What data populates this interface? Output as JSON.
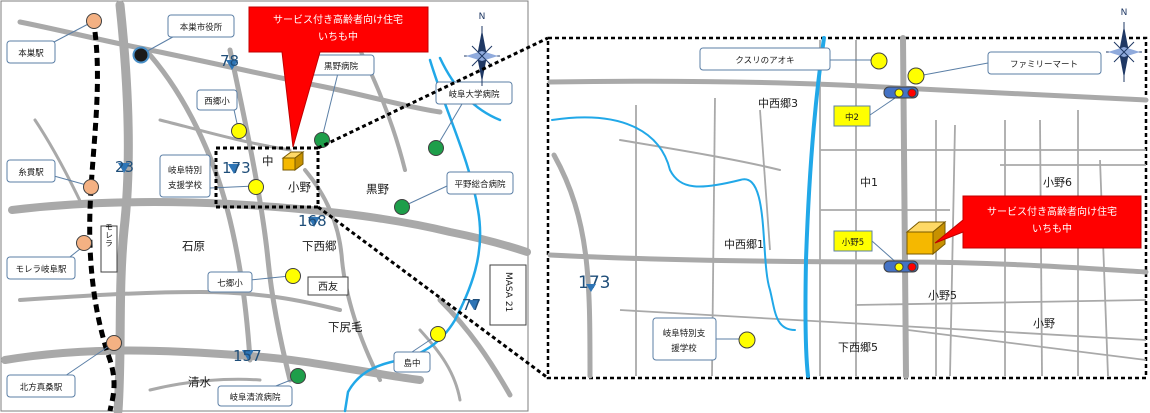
{
  "colors": {
    "road": "#a9a9a9",
    "river": "#21a8e8",
    "rail_track": "#000000",
    "callout_red": "#ff0000",
    "station_marker": "#f4b183",
    "school_marker": "#ffff00",
    "hospital_marker": "#1e9e4a",
    "route_marker": "#2e75b6",
    "facility_box": "#f5b800",
    "shop_box": "#ffff00"
  },
  "overview_map": {
    "headline": [
      "サービス付き高齢者向け住宅",
      "いちも中"
    ],
    "north_label": "N",
    "callouts": {
      "motosu_eki": "本巣駅",
      "motosu_shiyakusho": "本巣市役所",
      "kurono_byoin": "黒野病院",
      "nishigo_sho": "西郷小",
      "gifu_daigaku_byoin": "岐阜大学病院",
      "itonuki_eki": "糸貫駅",
      "gifu_tokubetsu_shien": [
        "岐阜特別",
        "支援学校"
      ],
      "hirano_sogo_byoin": "平野総合病院",
      "morera_gifu_eki": "モレラ岐阜駅",
      "shichigo_sho": "七郷小",
      "shimanaka": "島中",
      "kitakata_manshin_eki": "北方真桑駅",
      "gifu_seiryu_byoin": "岐阜清流病院"
    },
    "boxes": {
      "morera": "モレラ",
      "nishitomo": "西友",
      "masa21": "MASA 21"
    },
    "area_labels": {
      "naka": "中",
      "ono": "小野",
      "kurono": "黒野",
      "ishihara": "石原",
      "shimonishigo": "下西郷",
      "shimoshirige": "下尻毛",
      "shimizu": "清水"
    },
    "route_numbers": {
      "r78": "78",
      "r23": "23",
      "r173": "173",
      "r168": "168",
      "r77": "77",
      "r157": "157"
    }
  },
  "detail_map": {
    "north_label": "N",
    "headline": [
      "サービス付き高齢者向け住宅",
      "いちも中"
    ],
    "callouts": {
      "kusuri_no_aoki": "クスリのアオキ",
      "family_mart": "ファミリーマート",
      "gifu_tokubetsu_shien": [
        "岐阜特別支",
        "援学校"
      ]
    },
    "yellow_tags": {
      "naka2": "中2",
      "ono5": "小野5"
    },
    "area_labels": {
      "nakanishigo3": "中西郷3",
      "naka1": "中1",
      "ono6": "小野6",
      "nakanishigo1": "中西郷1",
      "ono5": "小野5",
      "ono": "小野",
      "shimonishigo5": "下西郷5"
    },
    "route_numbers": {
      "r173": "173"
    }
  }
}
